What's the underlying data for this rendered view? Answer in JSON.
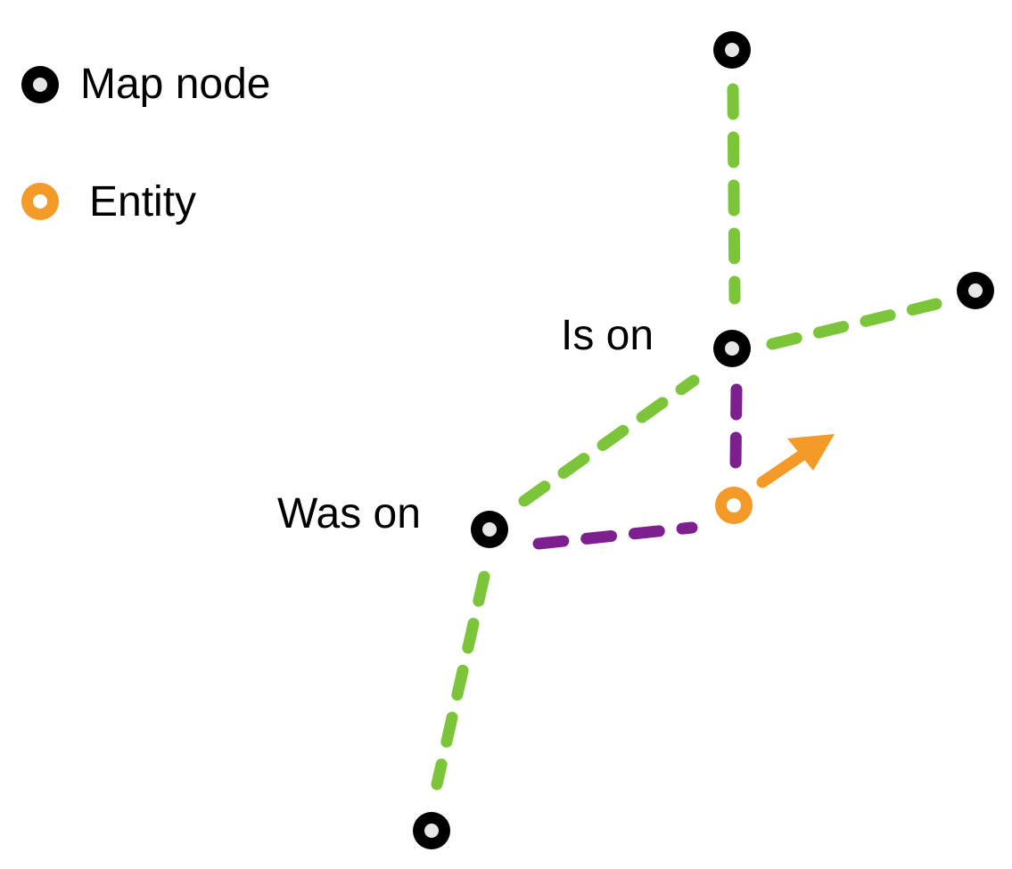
{
  "legend": {
    "map_node_label": "Map node",
    "entity_label": "Entity"
  },
  "labels": {
    "is_on": "Is on",
    "was_on": "Was on"
  },
  "colors": {
    "map_node": "#000000",
    "node_center": "#e6e6e6",
    "entity": "#f39a28",
    "road_edge": "#7cc53b",
    "relation_edge": "#7d1f8f",
    "heading_arrow": "#f39a28"
  }
}
